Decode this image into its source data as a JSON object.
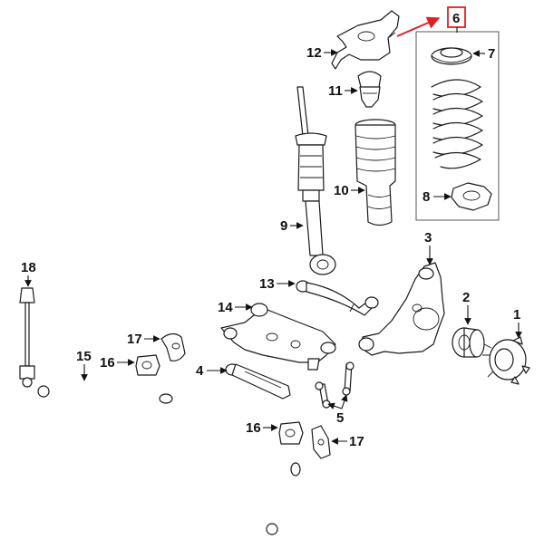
{
  "colors": {
    "line": "#1a1a1a",
    "highlight": "#e02020",
    "box": "#555555"
  },
  "highlighted_part": "6",
  "callouts": {
    "c1": "1",
    "c2": "2",
    "c3": "3",
    "c4": "4",
    "c5": "5",
    "c6": "6",
    "c7": "7",
    "c8": "8",
    "c9": "9",
    "c10": "10",
    "c11": "11",
    "c12": "12",
    "c13": "13",
    "c14": "14",
    "c15": "15",
    "c16a": "16",
    "c16b": "16",
    "c17a": "17",
    "c17b": "17",
    "c18": "18"
  }
}
